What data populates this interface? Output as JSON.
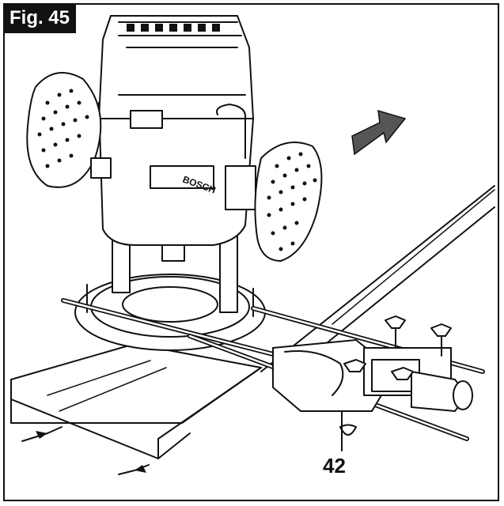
{
  "figure": {
    "label": "Fig. 45",
    "brand_text": "BOSCH",
    "callout": "42"
  },
  "colors": {
    "ink": "#111111",
    "paper": "#ffffff",
    "arrow_fill": "#555555"
  },
  "icons": {
    "direction_arrow": "block-arrow-icon",
    "dimension_arrows": "dimension-arrow-icon"
  }
}
